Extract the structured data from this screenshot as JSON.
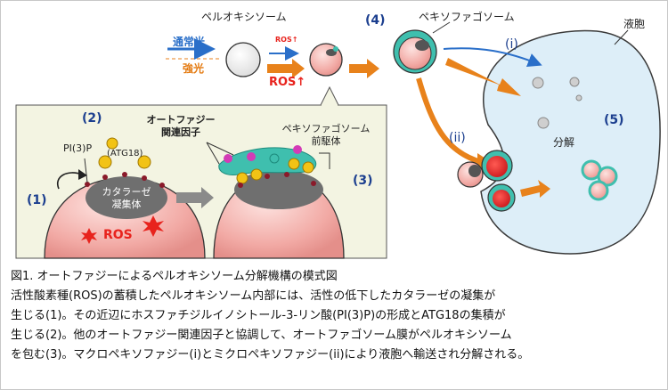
{
  "labels": {
    "pexophore_title": "ペルオキシソーム",
    "normal_light": "通常光",
    "strong_light": "強光",
    "ros_small": "ROS↑",
    "ros_big": "ROS↑",
    "pexophagosome_title": "ペキソファゴソーム",
    "vacuole": "液胞",
    "route_i": "(i)",
    "route_ii": "(ii)",
    "step4": "(4)",
    "step5": "(5)",
    "degradation": "分解"
  },
  "inset": {
    "step2": "(2)",
    "pi3p": "PI(3)P",
    "atg18": "(ATG18)",
    "autophagy_factors": "オートファジー\n関連因子",
    "precursor": "ペキソファゴソーム\n前駆体",
    "step3": "(3)",
    "step1": "(1)",
    "catalase": "カタラーゼ\n凝集体",
    "ros": "ROS"
  },
  "caption": {
    "title": "図1. オートファジーによるペルオキシソーム分解機構の模式図",
    "lines": [
      "活性酸素種(ROS)の蓄積したペルオキシソーム内部には、活性の低下したカタラーゼの凝集が",
      "生じる(1)。その近辺にホスファチジルイノシトール-3-リン酸(PI(3)P)の形成とATG18の集積が",
      "生じる(2)。他のオートファジー関連因子と協調して、オートファゴソーム膜がペルオキシソーム",
      "を包む(3)。マクロペキソファジー(i)とミクロペキソファジー(ii)により液胞へ輸送され分解される。"
    ]
  },
  "colors": {
    "accent_orange": "#e8821b",
    "accent_blue": "#2a6fc9",
    "ros_red": "#e8231d",
    "number_blue": "#1c3f8f",
    "vacuole_fill": "#ddeef8",
    "inset_bg": "#f3f4e2",
    "teal_membrane": "#3fbfae",
    "peroxisome_pink": "#f4b7b4"
  }
}
